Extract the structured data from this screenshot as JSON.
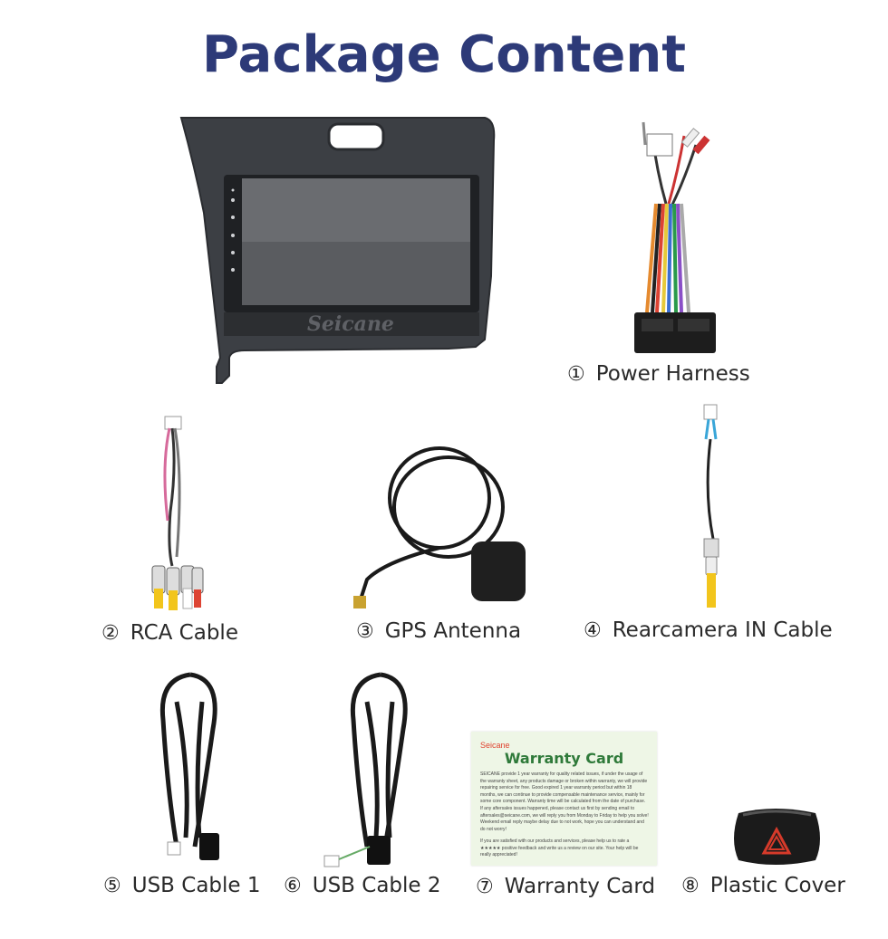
{
  "title": "Package Content",
  "head_unit": {
    "brand_text": "Seicane"
  },
  "items": [
    {
      "num": "①",
      "label": "Power Harness"
    },
    {
      "num": "②",
      "label": "RCA Cable"
    },
    {
      "num": "③",
      "label": "GPS Antenna"
    },
    {
      "num": "④",
      "label": "Rearcamera IN Cable"
    },
    {
      "num": "⑤",
      "label": "USB Cable 1"
    },
    {
      "num": "⑥",
      "label": "USB Cable 2"
    },
    {
      "num": "⑦",
      "label": "Warranty Card"
    },
    {
      "num": "⑧",
      "label": "Plastic Cover"
    }
  ],
  "warranty_card": {
    "brand": "Seicane",
    "title": "Warranty Card",
    "body": "SEICANE provide 1 year warranty for quality related issues, if under the usage of the warranty sheet, any products damage or broken within warranty, we will provide repairing service for free. Good expired 1 year warranty period but within 18 months, we can continue to provide compensable maintenance service, mainly for some core component. Warranty time will be calculated from the date of purchase. If any aftersales issues happened, please contact us first by sending email to aftersales@seicane.com, we will reply you from Monday to Friday to help you solve! Weekend email reply maybe delay due to not work, hope you can understand and do not worry!",
    "body2": "If you are satisfied with our products and services, please help us to rate a ★★★★★ positive feedback and write us a review on our site. Your help will be really appreciated!"
  },
  "colors": {
    "title": "#2d3a78",
    "card_title": "#2f7a3a",
    "card_bg": "#eef6e6"
  }
}
